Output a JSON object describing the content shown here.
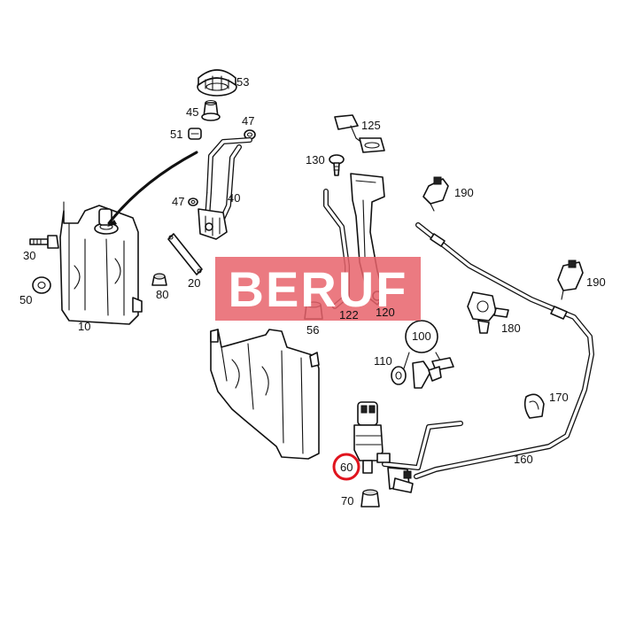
{
  "watermark": {
    "text": "BERUF",
    "color": "#e8636b"
  },
  "highlight_color": "#e0141e",
  "labels": {
    "p10": "10",
    "p20": "20",
    "p30": "30",
    "p40": "40",
    "p45": "45",
    "p47a": "47",
    "p47b": "47",
    "p50": "50",
    "p51": "51",
    "p53": "53",
    "p56": "56",
    "p60": "60",
    "p70": "70",
    "p80": "80",
    "p100": "100",
    "p110": "110",
    "p120": "120",
    "p122": "122",
    "p125": "125",
    "p130": "130",
    "p160": "160",
    "p170": "170",
    "p180": "180",
    "p190a": "190",
    "p190b": "190"
  }
}
